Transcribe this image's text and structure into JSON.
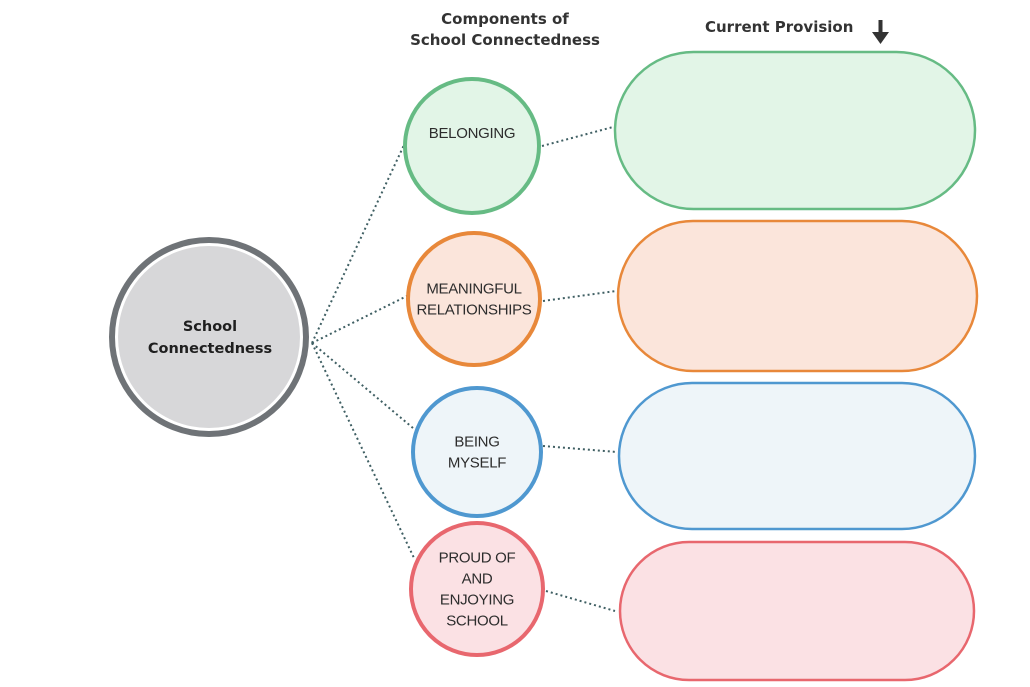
{
  "headings": {
    "components_line1": "Components of",
    "components_line2": "School Connectedness",
    "current_provision": "Current Provision"
  },
  "center": {
    "label_line1": "School",
    "label_line2": "Connectedness",
    "fill": "#d7d7d9",
    "stroke": "#6f7377"
  },
  "connector_color": "#3f5f63",
  "components": [
    {
      "id": "belonging",
      "lines": [
        "BELONGING"
      ],
      "stroke": "#66bb84",
      "fill": "#e2f5e7",
      "provision_text": ""
    },
    {
      "id": "meaningful-relationships",
      "lines": [
        "MEANINGFUL",
        "RELATIONSHIPS"
      ],
      "stroke": "#e8883a",
      "fill": "#fbe5db",
      "provision_text": ""
    },
    {
      "id": "being-myself",
      "lines": [
        "BEING",
        "MYSELF"
      ],
      "stroke": "#4f98d0",
      "fill": "#eef5f9",
      "provision_text": ""
    },
    {
      "id": "proud-enjoying-school",
      "lines": [
        "PROUD OF",
        "AND",
        "ENJOYING",
        "SCHOOL"
      ],
      "stroke": "#e8676e",
      "fill": "#fbe1e4",
      "provision_text": ""
    }
  ]
}
